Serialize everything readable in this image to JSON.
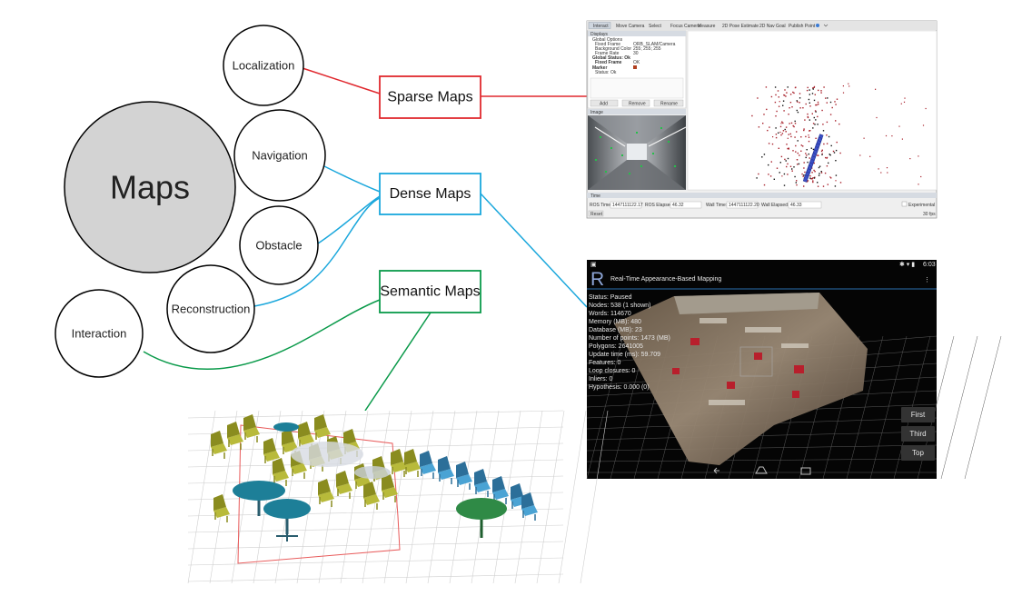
{
  "center": {
    "label": "Maps"
  },
  "circles": [
    {
      "id": "localization",
      "label": "Localization"
    },
    {
      "id": "navigation",
      "label": "Navigation"
    },
    {
      "id": "obstacle",
      "label": "Obstacle"
    },
    {
      "id": "reconstruction",
      "label": "Reconstruction"
    },
    {
      "id": "interaction",
      "label": "Interaction"
    }
  ],
  "boxes": [
    {
      "id": "sparse",
      "label": "Sparse Maps",
      "color": "#e0282e"
    },
    {
      "id": "dense",
      "label": "Dense Maps",
      "color": "#1aa7dc"
    },
    {
      "id": "semantic",
      "label": "Semantic Maps",
      "color": "#0a9a4a"
    }
  ],
  "rviz": {
    "toolbar": [
      "Interact",
      "Move Camera",
      "Select",
      "Focus Camera",
      "Measure",
      "2D Pose Estimate",
      "2D Nav Goal",
      "Publish Point"
    ],
    "panel_title": "Displays",
    "tree": [
      {
        "name": "Global Options",
        "value": ""
      },
      {
        "name": "Fixed Frame",
        "value": "ORB_SLAM/Camera"
      },
      {
        "name": "Background Color",
        "value": "255; 255; 255"
      },
      {
        "name": "Frame Rate",
        "value": "30"
      },
      {
        "name": "Global Status: Ok",
        "value": ""
      },
      {
        "name": "Fixed Frame",
        "value": "OK"
      },
      {
        "name": "Marker",
        "value": ""
      },
      {
        "name": "Status: Ok",
        "value": ""
      }
    ],
    "buttons": [
      "Add",
      "Remove",
      "Rename"
    ],
    "image_panel": "Image",
    "time_panel": "Time",
    "ros_time_label": "ROS Time:",
    "ros_time": "1447111122.17",
    "ros_elapsed_label": "ROS Elapsed:",
    "ros_elapsed": "46.32",
    "wall_time_label": "Wall Time:",
    "wall_time": "1447111122.20",
    "wall_elapsed_label": "Wall Elapsed:",
    "wall_elapsed": "46.33",
    "experimental": "Experimental",
    "reset": "Reset",
    "fps": "30 fps"
  },
  "rtab": {
    "status_time": "6:03",
    "logo": "R",
    "title": "Real-Time Appearance-Based Mapping",
    "stats": [
      "Status: Paused",
      "Nodes: 538 (1 shown)",
      "Words: 114670",
      "Memory (MB): 480",
      "Database (MB): 23",
      "Number of points: 1473 (MB)",
      "Polygons: 2641005",
      "Update time (ms): 59.709",
      "Features: 0",
      "Loop closures: 0",
      "Inliers: 0",
      "Hypothesis: 0.000 (0)"
    ],
    "view_buttons": [
      "First",
      "Third",
      "Top"
    ]
  }
}
